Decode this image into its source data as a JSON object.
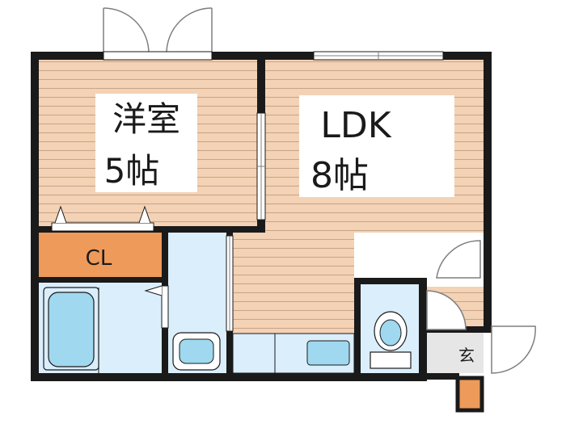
{
  "rooms": {
    "western_room": {
      "name": "洋室",
      "size": "5帖"
    },
    "ldk": {
      "name": "LDK",
      "size": "8帖"
    },
    "closet": {
      "label": "CL"
    },
    "entrance": {
      "label": "玄"
    }
  },
  "colors": {
    "wall": "#1a1a1a",
    "floor_wood": "#f4d2b5",
    "floor_lines": "#c9a488",
    "wet_area": "#dbeefb",
    "fixture": "#9fd8ef",
    "closet": "#ee9a5a",
    "entrance_floor": "#e6e6e6",
    "door": "#7f7f7f"
  }
}
